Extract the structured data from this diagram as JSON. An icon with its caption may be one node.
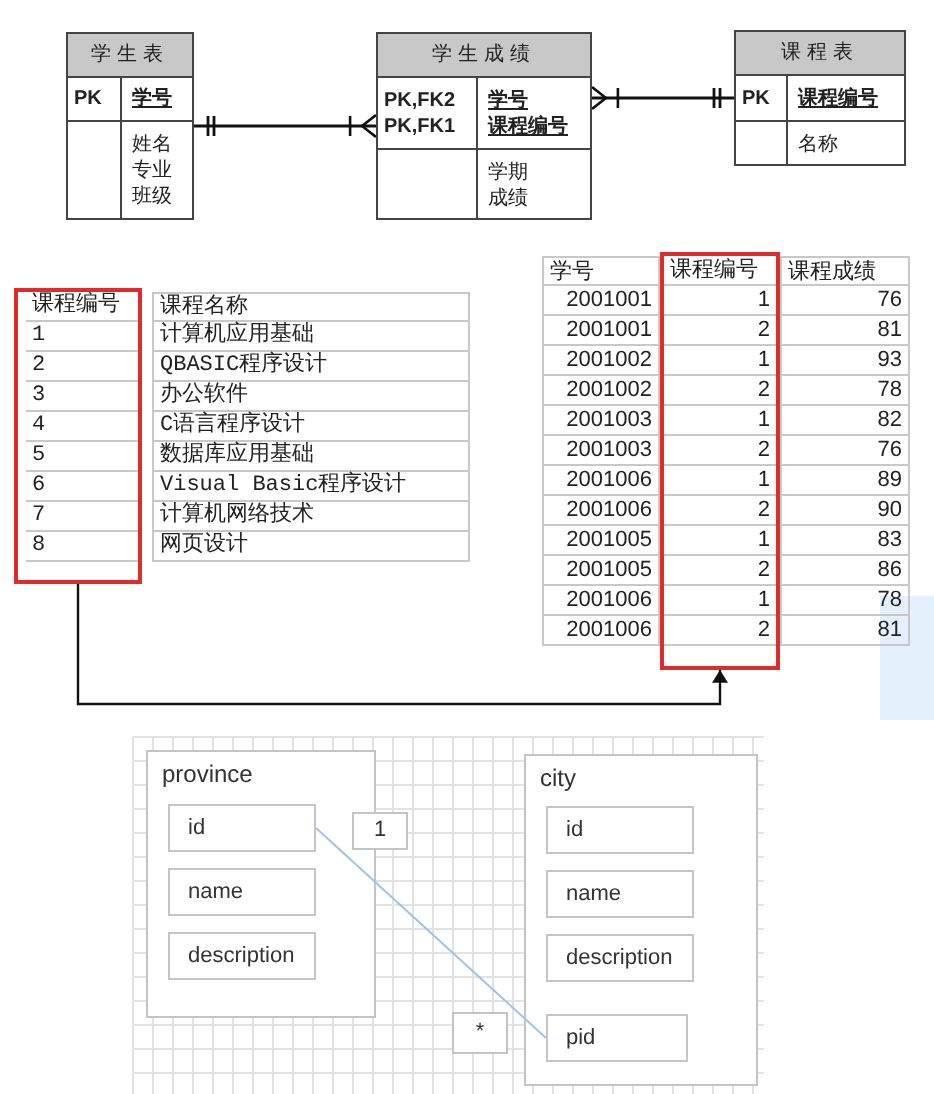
{
  "diagram": {
    "nodes": [
      {
        "text": [
          "学生表",
          "PK",
          "学号",
          "姓名",
          "专业",
          "班级"
        ]
      },
      {
        "text": [
          "学生成绩",
          "PK,FK2",
          "PK,FK1",
          "学号",
          "课程编号",
          "学期",
          "成绩"
        ]
      },
      {
        "text": [
          "课程表",
          "PK",
          "课程编号",
          "名称"
        ]
      },
      {
        "text": [
          "课程编号",
          "课程名称",
          "1",
          "计算机应用基础",
          "2",
          "QBASIC程序设计",
          "3",
          "办公软件",
          "4",
          "C语言程序设计",
          "5",
          "数据库应用基础",
          "6",
          "Visual Basic程序设计",
          "7",
          "计算机网络技术",
          "8",
          "网页设计"
        ]
      },
      {
        "text": [
          "学号",
          "课程编号",
          "课程成绩",
          "2001001",
          "1",
          "76",
          "2001001",
          "2",
          "81",
          "2001002",
          "1",
          "93",
          "2001002",
          "2",
          "78",
          "2001003",
          "1",
          "82",
          "2001003",
          "2",
          "76",
          "2001006",
          "1",
          "89",
          "2001006",
          "2",
          "90",
          "2001005",
          "1",
          "83",
          "2001005",
          "2",
          "86",
          "2001006",
          "1",
          "78",
          "2001006",
          "2",
          "81"
        ]
      },
      {
        "text": [
          "province"
        ]
      },
      {
        "text": [
          "id"
        ],
        "in": 5
      },
      {
        "text": [
          "name"
        ],
        "in": 5
      },
      {
        "text": [
          "description"
        ],
        "in": 5
      },
      {
        "text": [
          "city"
        ]
      },
      {
        "text": [
          "id"
        ],
        "in": 9
      },
      {
        "text": [
          "name"
        ],
        "in": 9
      },
      {
        "text": [
          "description"
        ],
        "in": 9
      },
      {
        "text": [
          "pid"
        ],
        "in": 9
      }
    ],
    "edges": [
      {
        "from": 0,
        "to": 1,
        "arrow": "other"
      },
      {
        "from": 2,
        "to": 1,
        "arrow": "other"
      },
      {
        "from": 3,
        "to": 4,
        "arrow": "to"
      },
      {
        "from": 6,
        "to": 13,
        "arrow": "none",
        "color": "#9dc3e6"
      }
    ],
    "labels": [
      "1",
      "*"
    ]
  }
}
